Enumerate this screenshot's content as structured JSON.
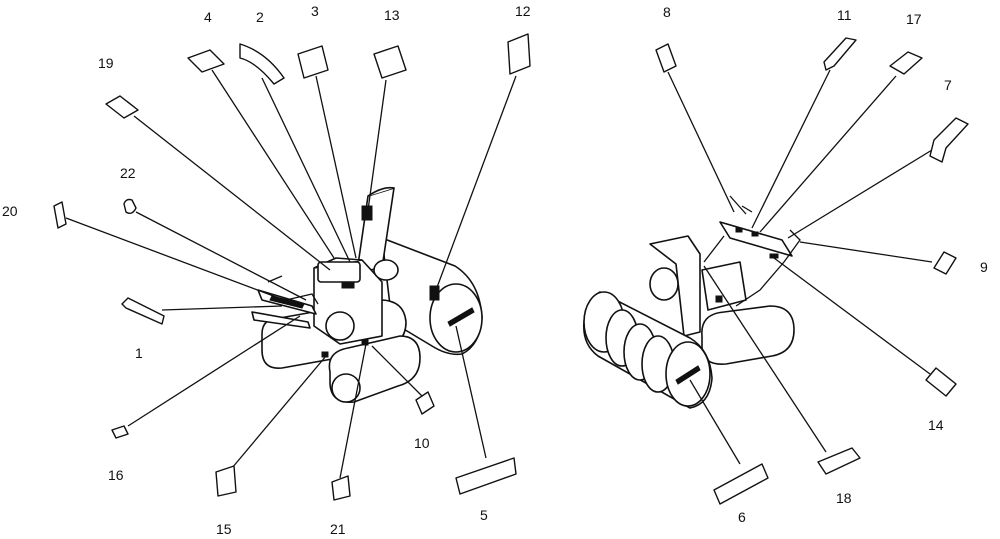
{
  "diagram": {
    "callouts": [
      {
        "number": "1"
      },
      {
        "number": "2"
      },
      {
        "number": "3"
      },
      {
        "number": "4"
      },
      {
        "number": "5"
      },
      {
        "number": "6"
      },
      {
        "number": "7"
      },
      {
        "number": "8"
      },
      {
        "number": "9"
      },
      {
        "number": "10"
      },
      {
        "number": "11"
      },
      {
        "number": "12"
      },
      {
        "number": "13"
      },
      {
        "number": "14"
      },
      {
        "number": "15"
      },
      {
        "number": "16"
      },
      {
        "number": "17"
      },
      {
        "number": "18"
      },
      {
        "number": "19"
      },
      {
        "number": "20"
      },
      {
        "number": "21"
      },
      {
        "number": "22"
      }
    ]
  }
}
